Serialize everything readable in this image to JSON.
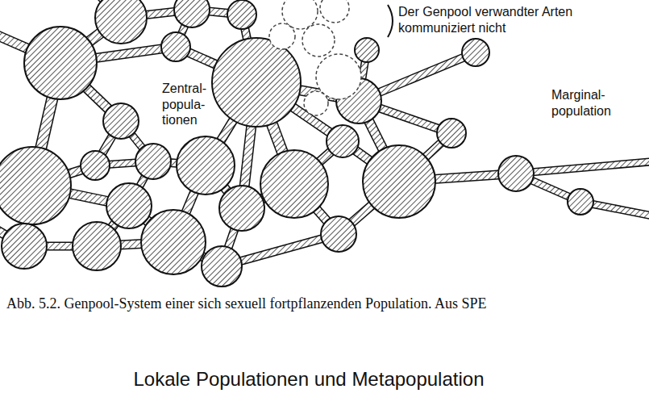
{
  "diagram": {
    "title": "Lokale Populationen und Metapopulation",
    "caption": "Abb. 5.2. Genpool-System einer sich sexuell fortpflanzenden Population. Aus SPE",
    "labels": [
      "Der Genpool verwandter Arten kommuniziert nicht",
      "Zentral- popula- tionen",
      "Marginal- population"
    ]
  }
}
